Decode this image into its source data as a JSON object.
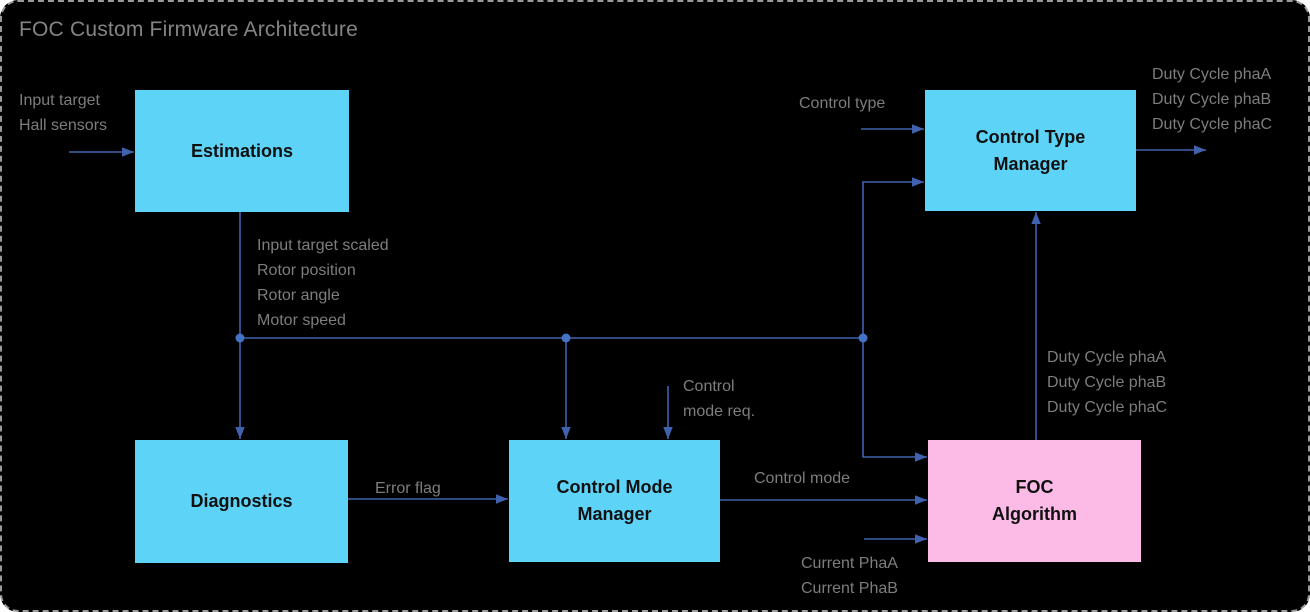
{
  "title": "FOC Custom Firmware Architecture",
  "colors": {
    "background": "#000000",
    "box_blue": "#5ED3F8",
    "box_pink": "#FCBBE7",
    "connector": "#4062AE",
    "junction_dot": "#4472C4",
    "label_text": "#7D7D7D",
    "title_text": "#848484",
    "box_text": "#101010"
  },
  "nodes": {
    "estimations": {
      "label": "Estimations"
    },
    "diagnostics": {
      "label": "Diagnostics"
    },
    "control_mode_manager": {
      "label": "Control Mode\nManager"
    },
    "control_type_manager": {
      "label": "Control Type\nManager"
    },
    "foc_algorithm": {
      "label": "FOC\nAlgorithm"
    }
  },
  "edge_labels": {
    "estimations_inputs": "Input target\nHall sensors",
    "estimations_outputs": "Input target scaled\nRotor position\nRotor angle\nMotor speed",
    "control_type_input": "Control type",
    "duty_cycle_outputs": "Duty Cycle phaA\nDuty Cycle phaB\nDuty Cycle phaC",
    "control_mode_request": "Control\nmode req.",
    "error_flag": "Error flag",
    "control_mode": "Control mode",
    "foc_duty_cycles": "Duty Cycle phaA\nDuty Cycle phaB\nDuty Cycle phaC",
    "current_inputs": "Current PhaA\nCurrent PhaB"
  }
}
